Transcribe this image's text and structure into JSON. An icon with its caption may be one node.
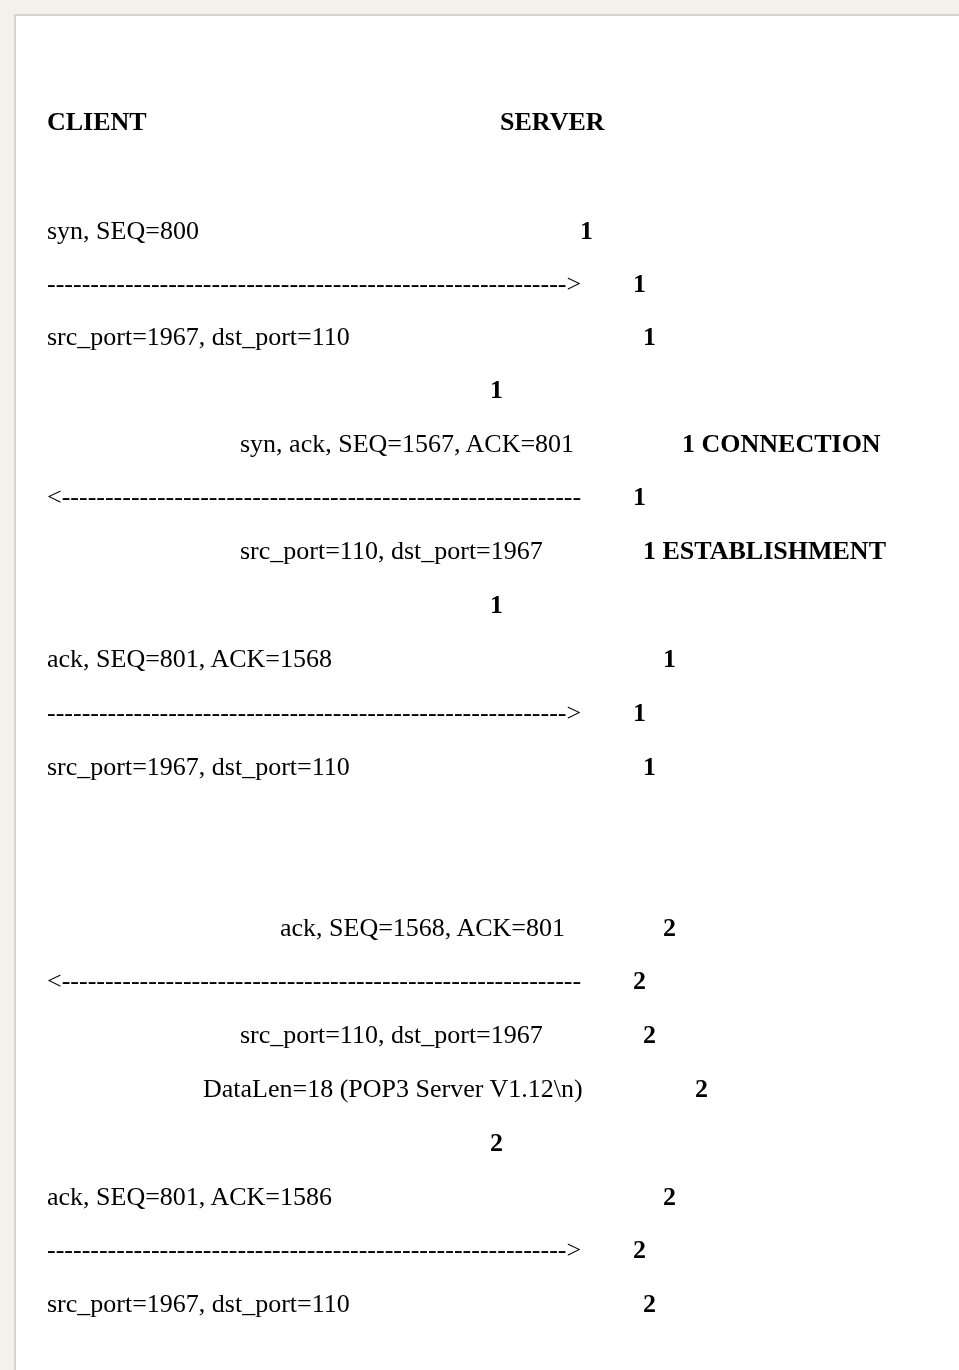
{
  "diagram": {
    "labels": [
      "CLIENT",
      "SERVER",
      "syn, SEQ=800",
      "1",
      "------------------------------------------------------------>",
      "1",
      "src_port=1967, dst_port=110",
      "1",
      "1",
      "syn, ack, SEQ=1567, ACK=801",
      "1 CONNECTION",
      "<------------------------------------------------------------",
      "1",
      "src_port=110, dst_port=1967",
      "1 ESTABLISHMENT",
      "1",
      "ack, SEQ=801, ACK=1568",
      "1",
      "------------------------------------------------------------>",
      "1",
      "src_port=1967, dst_port=110",
      "1",
      "ack, SEQ=1568, ACK=801",
      "2",
      "<------------------------------------------------------------",
      "2",
      "src_port=110, dst_port=1967",
      "2",
      "DataLen=18 (POP3 Server V1.12\\n)",
      "2",
      "2",
      "ack, SEQ=801, ACK=1586",
      "2",
      "------------------------------------------------------------>",
      "2",
      "src_port=1967, dst_port=110",
      "2"
    ]
  }
}
